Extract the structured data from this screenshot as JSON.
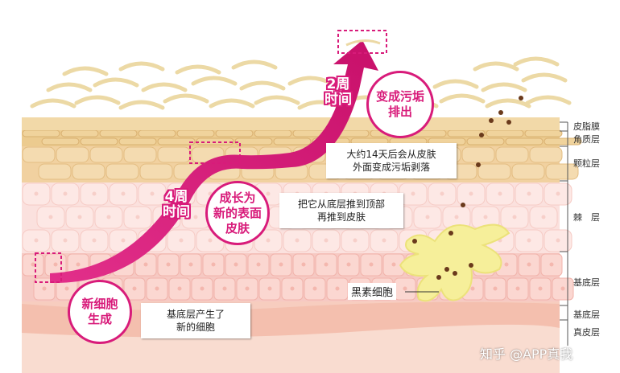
{
  "steps": {
    "new_cell": [
      "新细胞",
      "生成"
    ],
    "grow_surface": [
      "成长为",
      "新的表面",
      "皮肤"
    ],
    "become_dirt": [
      "变成污垢",
      "排出"
    ]
  },
  "durations": {
    "four_weeks": [
      "4周",
      "时间"
    ],
    "two_weeks": [
      "2周",
      "时间"
    ]
  },
  "notes": {
    "basal": [
      "基底层产生了",
      "新的细胞"
    ],
    "push": [
      "把它从底层推到顶部",
      "再推到皮肤"
    ],
    "shed": [
      "大约14天后会从皮肤",
      "外面变成污垢剥落"
    ]
  },
  "melanin_label": "黑素细胞",
  "layers": [
    "皮脂膜",
    "角质层",
    "颗粒层",
    "棘　层",
    "基底层",
    "基底层",
    "真皮层"
  ],
  "watermark": "知乎 @APP真我",
  "colors": {
    "accent": "#d81b7a",
    "lipid": "#f2d9a8",
    "horny": "#eccb8f",
    "granular": "#f1d1a0",
    "spinous": "#fbe1de",
    "basal": "#f6c9c3",
    "dermis": "#f7cdbf",
    "melanocyte": "#f6ef9a"
  }
}
